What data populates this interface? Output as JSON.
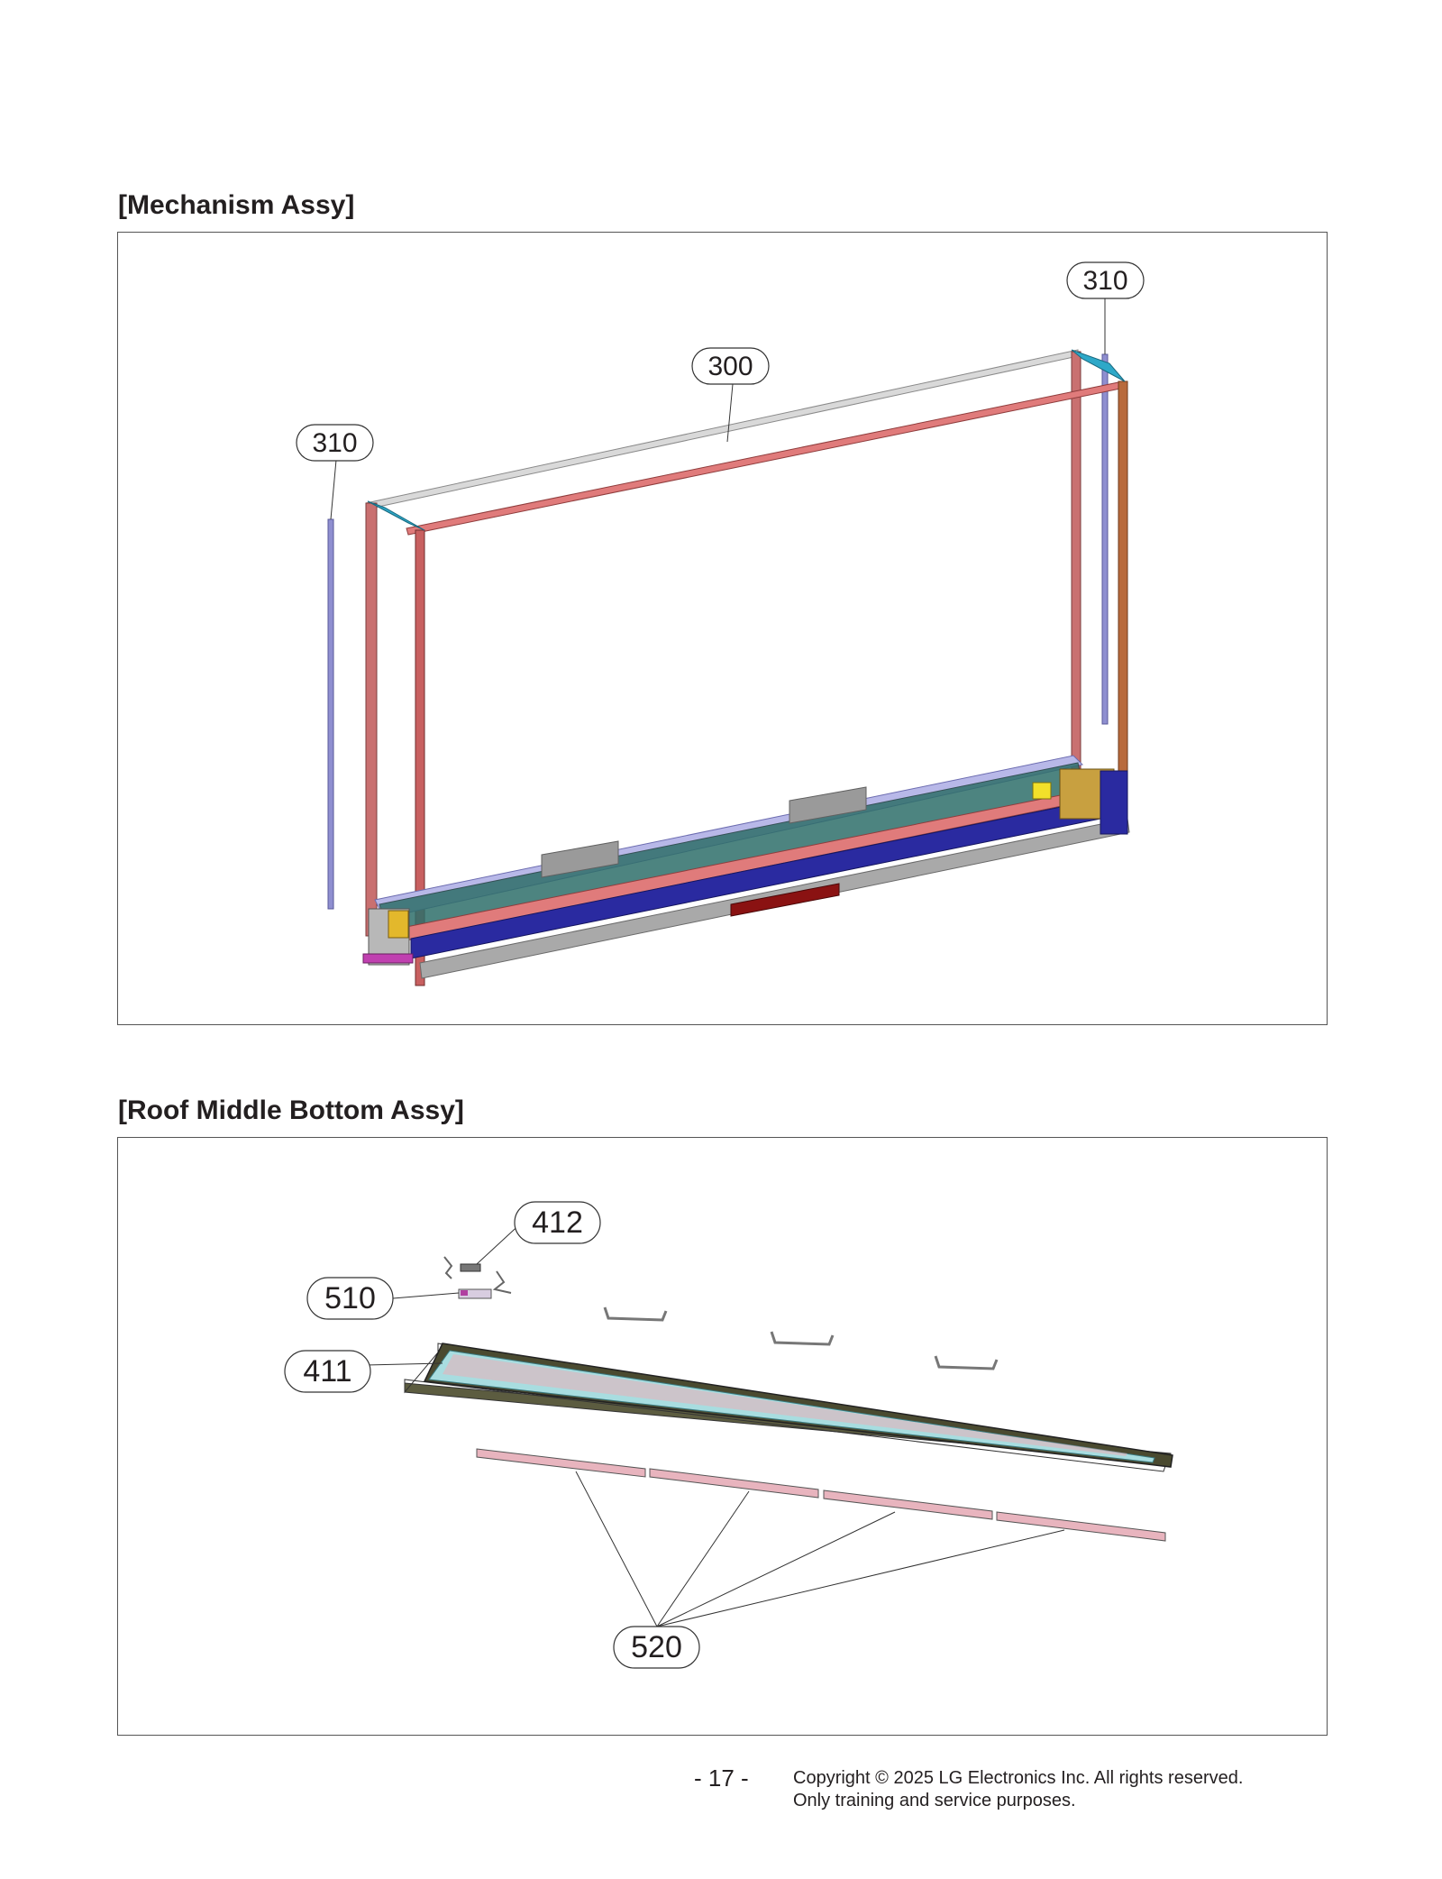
{
  "sections": [
    {
      "title": "[Mechanism Assy]",
      "callouts": [
        "310",
        "300",
        "310"
      ]
    },
    {
      "title": "[Roof Middle Bottom Assy]",
      "callouts": [
        "412",
        "510",
        "411",
        "520"
      ]
    }
  ],
  "footer": {
    "page_number": "- 17 -",
    "copyright_line1": "Copyright © 2025 LG Electronics Inc. All rights reserved.",
    "copyright_line2": "Only training and service purposes."
  }
}
